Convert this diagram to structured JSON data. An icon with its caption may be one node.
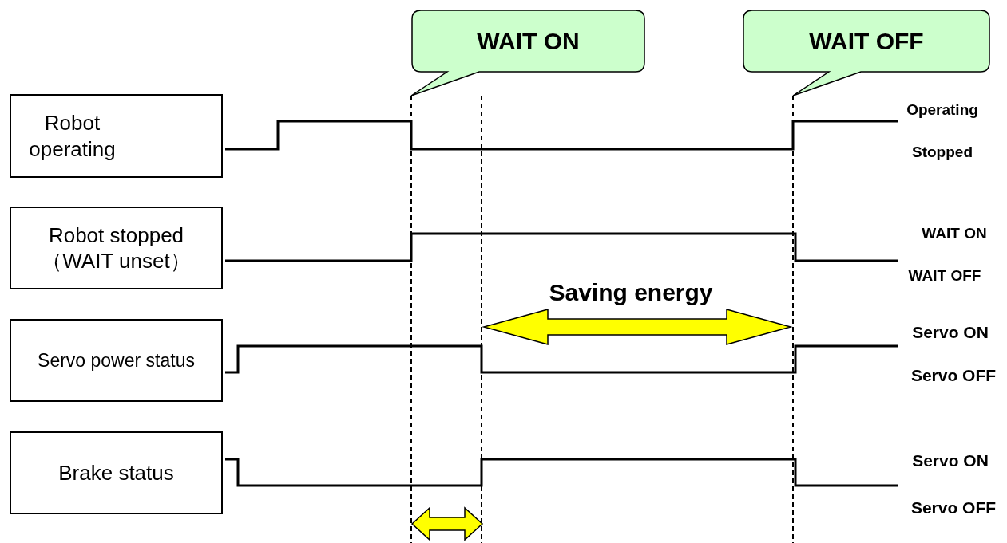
{
  "diagram": {
    "nodes": [
      {
        "text": [
          "WAIT ON"
        ]
      },
      {
        "text": [
          "WAIT OFF"
        ]
      },
      {
        "text": [
          "Robot operating"
        ]
      },
      {
        "text": [
          "Robot stopped （WAIT unset）"
        ]
      },
      {
        "text": [
          "Servo power status"
        ]
      },
      {
        "text": [
          "Brake status"
        ]
      }
    ],
    "edges": [],
    "labels": [
      "Operating",
      "Stopped",
      "WAIT ON",
      "WAIT OFF",
      "Saving energy",
      "Servo ON",
      "Servo OFF",
      "Servo ON",
      "Servo OFF"
    ]
  }
}
